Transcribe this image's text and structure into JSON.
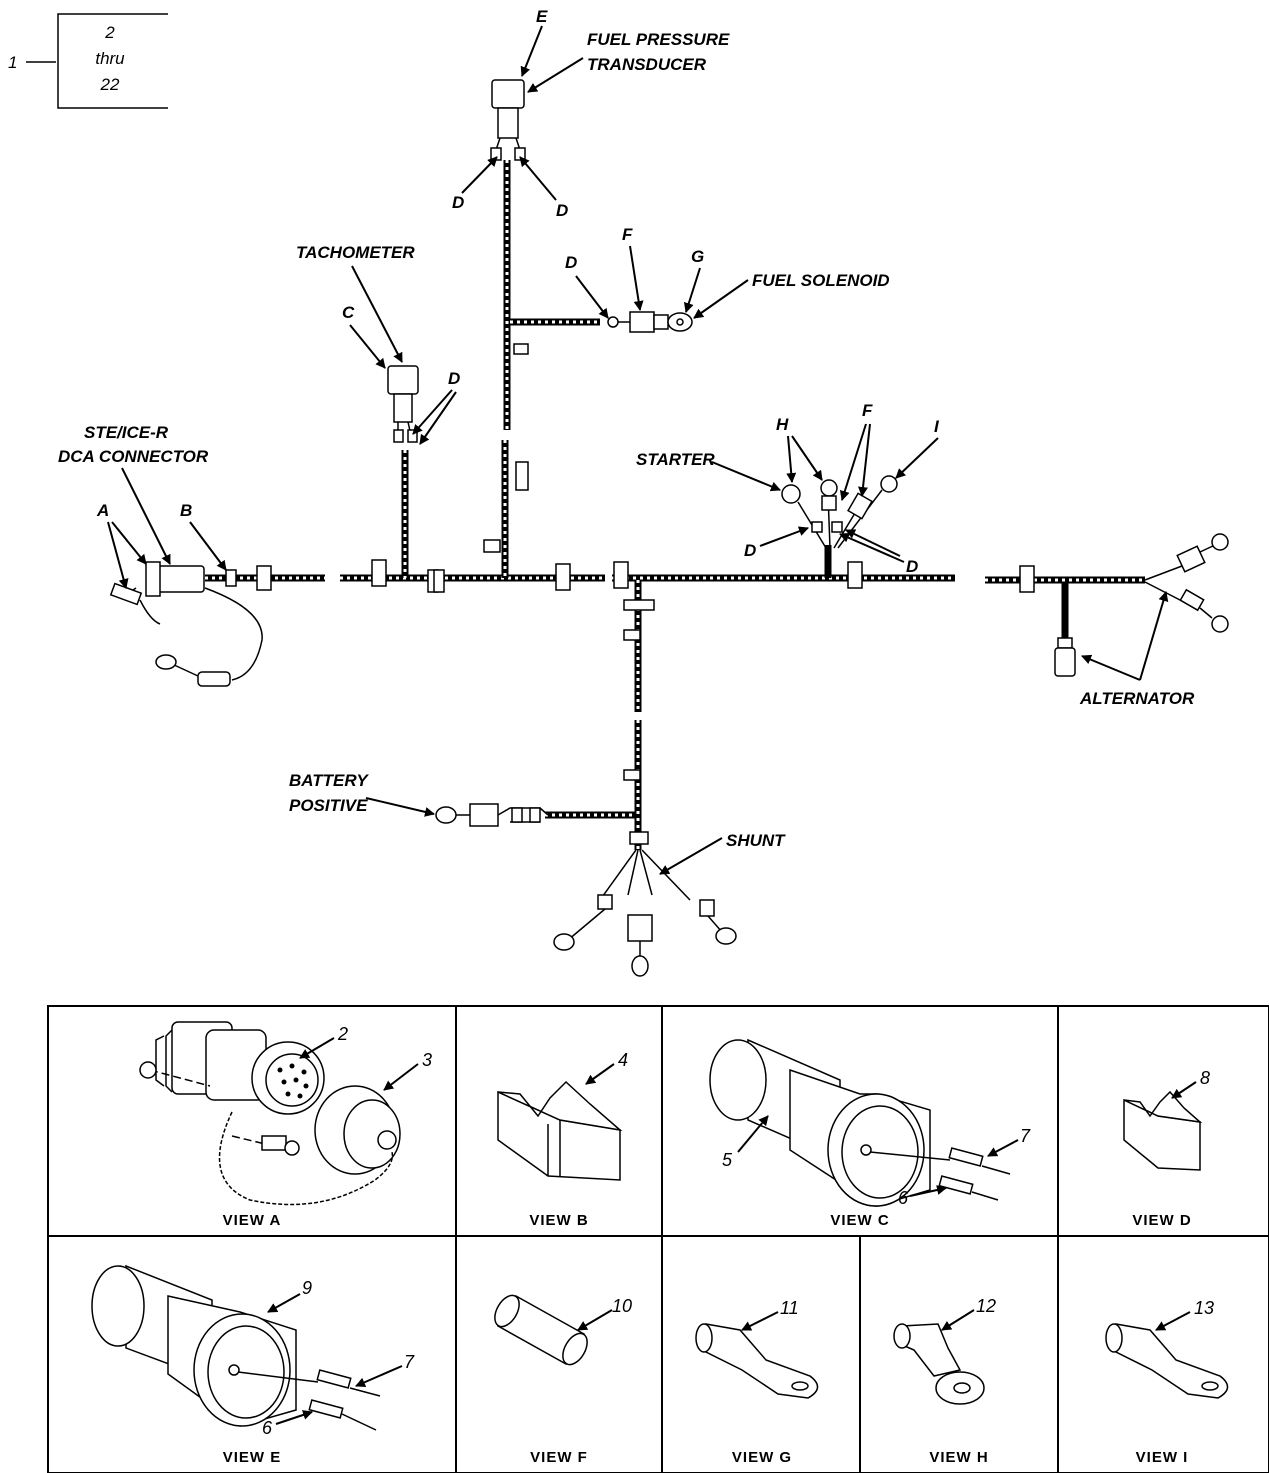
{
  "callout": {
    "index": "1",
    "range_top": "2",
    "range_mid": "thru",
    "range_bottom": "22"
  },
  "labels": {
    "fuel_pressure_line1": "FUEL PRESSURE",
    "fuel_pressure_line2": "TRANSDUCER",
    "tachometer": "TACHOMETER",
    "fuel_solenoid": "FUEL SOLENOID",
    "ste_line1": "STE/ICE-R",
    "ste_line2": "DCA CONNECTOR",
    "starter": "STARTER",
    "alternator": "ALTERNATOR",
    "battery_line1": "BATTERY",
    "battery_line2": "POSITIVE",
    "shunt": "SHUNT"
  },
  "letters": {
    "A": "A",
    "B": "B",
    "C": "C",
    "D": "D",
    "E": "E",
    "F": "F",
    "G": "G",
    "H": "H",
    "I": "I"
  },
  "views": {
    "a": "VIEW A",
    "b": "VIEW B",
    "c": "VIEW C",
    "d": "VIEW D",
    "e": "VIEW E",
    "f": "VIEW F",
    "g": "VIEW G",
    "h": "VIEW H",
    "i": "VIEW I"
  },
  "item_numbers": {
    "n2": "2",
    "n3": "3",
    "n4": "4",
    "n5": "5",
    "n6": "6",
    "n7": "7",
    "n8": "8",
    "n9": "9",
    "n10": "10",
    "n11": "11",
    "n12": "12",
    "n13": "13"
  }
}
